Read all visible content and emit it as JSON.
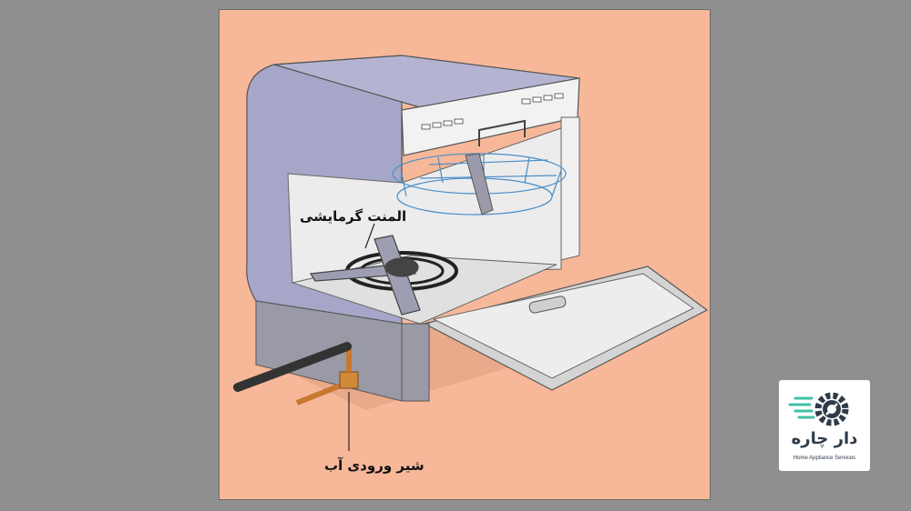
{
  "labels": {
    "heating_element": "المنت گرمایشی",
    "water_inlet_valve": "شیر ورودی آب"
  },
  "brand": {
    "name": "دار چاره",
    "tagline": "Home Appliance Services",
    "colors": {
      "gear": "#2f3b49",
      "accent": "#3fc0a8"
    }
  },
  "colors": {
    "page_background": "#8f8f8f",
    "panel_background": "#f7b899",
    "cabinet": "#a6a6c8",
    "interior": "#ececec",
    "water_pipe": "#c8782f"
  },
  "icons": {
    "logo": "gear-wrench-icon"
  }
}
